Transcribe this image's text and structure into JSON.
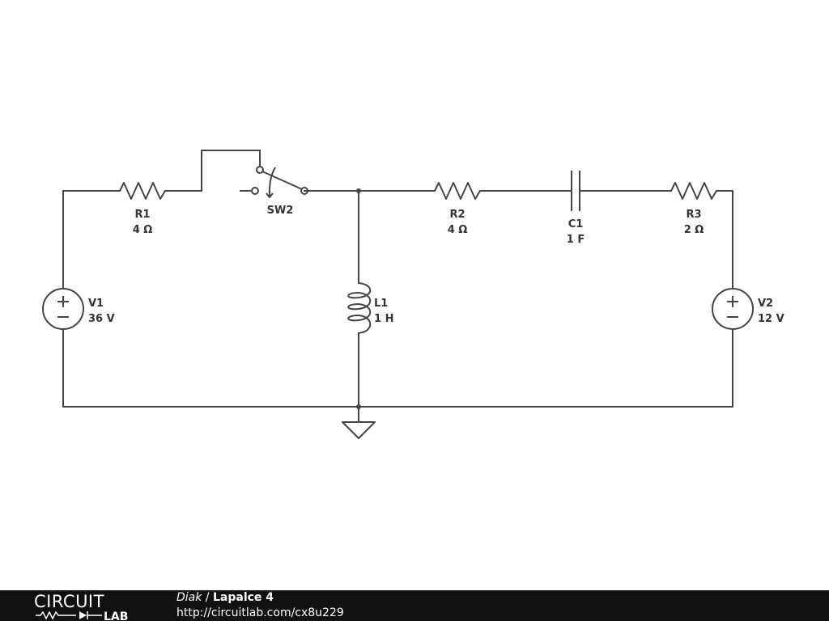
{
  "components": {
    "r1": {
      "name": "R1",
      "value": "4 Ω"
    },
    "sw2": {
      "name": "SW2"
    },
    "r2": {
      "name": "R2",
      "value": "4 Ω"
    },
    "c1": {
      "name": "C1",
      "value": "1 F"
    },
    "r3": {
      "name": "R3",
      "value": "2 Ω"
    },
    "v1": {
      "name": "V1",
      "value": "36 V"
    },
    "l1": {
      "name": "L1",
      "value": "1 H"
    },
    "v2": {
      "name": "V2",
      "value": "12 V"
    }
  },
  "footer": {
    "logo_top": "CIRCUIT",
    "logo_bottom": "LAB",
    "author": "Diak",
    "separator": " / ",
    "project": "Lapalce 4",
    "url": "http://circuitlab.com/cx8u229"
  }
}
